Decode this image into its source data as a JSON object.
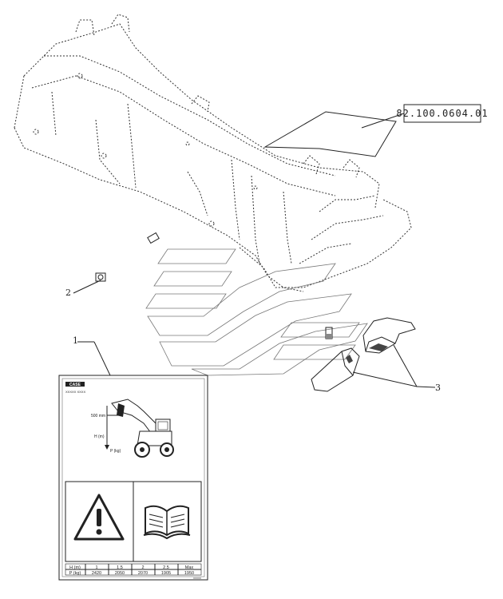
{
  "reference_box": {
    "text": "82.100.0604.01"
  },
  "callouts": [
    {
      "number": "1",
      "part": "decal-load-chart"
    },
    {
      "number": "2",
      "part": "hose-fitting"
    },
    {
      "number": "3",
      "part": "bucket-teeth"
    }
  ],
  "decal": {
    "brand": "CASE",
    "subtitle": "XXXXX XXXX",
    "dimension_label": "500 mm",
    "height_label": "H (m)",
    "load_label": "P (kg)",
    "warning_icon": "warning-triangle-icon",
    "manual_icon": "open-book-icon",
    "table": {
      "header": [
        "H (m)",
        "1",
        "1.5",
        "2",
        "2.5",
        "Max"
      ],
      "row": [
        "P (kg)",
        "2420",
        "2050",
        "2070",
        "1905",
        "1950"
      ]
    },
    "footnote": "XXXXX"
  }
}
